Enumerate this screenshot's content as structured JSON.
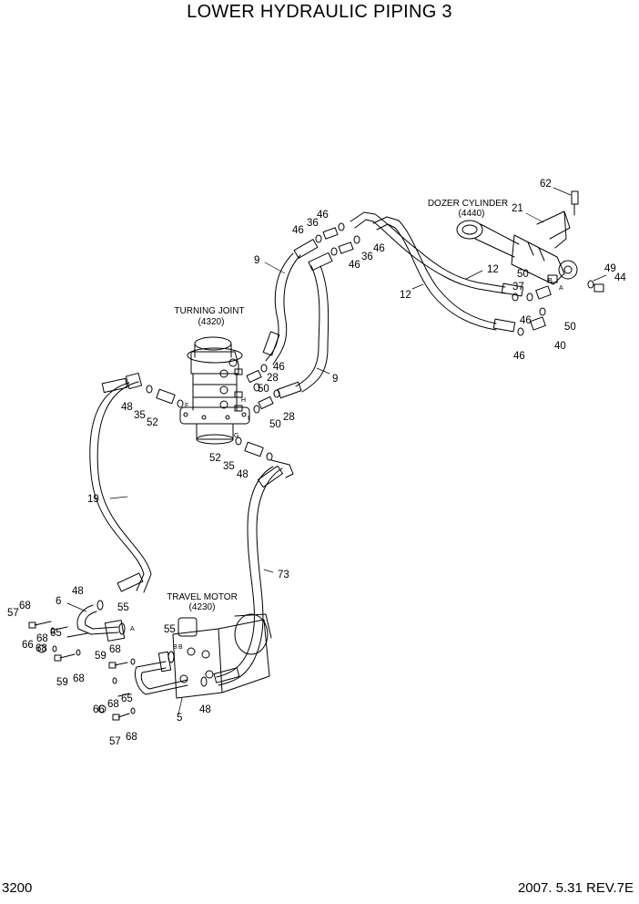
{
  "title": "LOWER HYDRAULIC PIPING 3",
  "page_number": "3200",
  "revision": "2007. 5.31  REV.7E",
  "components": [
    {
      "name": "TURNING JOINT",
      "code": "(4320)"
    },
    {
      "name": "DOZER CYLINDER",
      "code": "(4440)"
    },
    {
      "name": "TRAVEL MOTOR",
      "code": "(4230)"
    }
  ],
  "port_labels": [
    "F",
    "H",
    "I",
    "G",
    "A",
    "B",
    "A",
    "B",
    "B"
  ],
  "callouts": [
    "62",
    "21",
    "46",
    "36",
    "46",
    "46",
    "36",
    "46",
    "12",
    "49",
    "44",
    "50",
    "37",
    "12",
    "9",
    "46",
    "28",
    "50",
    "9",
    "46",
    "50",
    "40",
    "46",
    "48",
    "35",
    "52",
    "28",
    "50",
    "52",
    "35",
    "48",
    "19",
    "73",
    "48",
    "6",
    "57",
    "68",
    "55",
    "65",
    "68",
    "66",
    "68",
    "59",
    "68",
    "55",
    "59",
    "68",
    "66",
    "68",
    "65",
    "57",
    "68",
    "5",
    "48"
  ]
}
